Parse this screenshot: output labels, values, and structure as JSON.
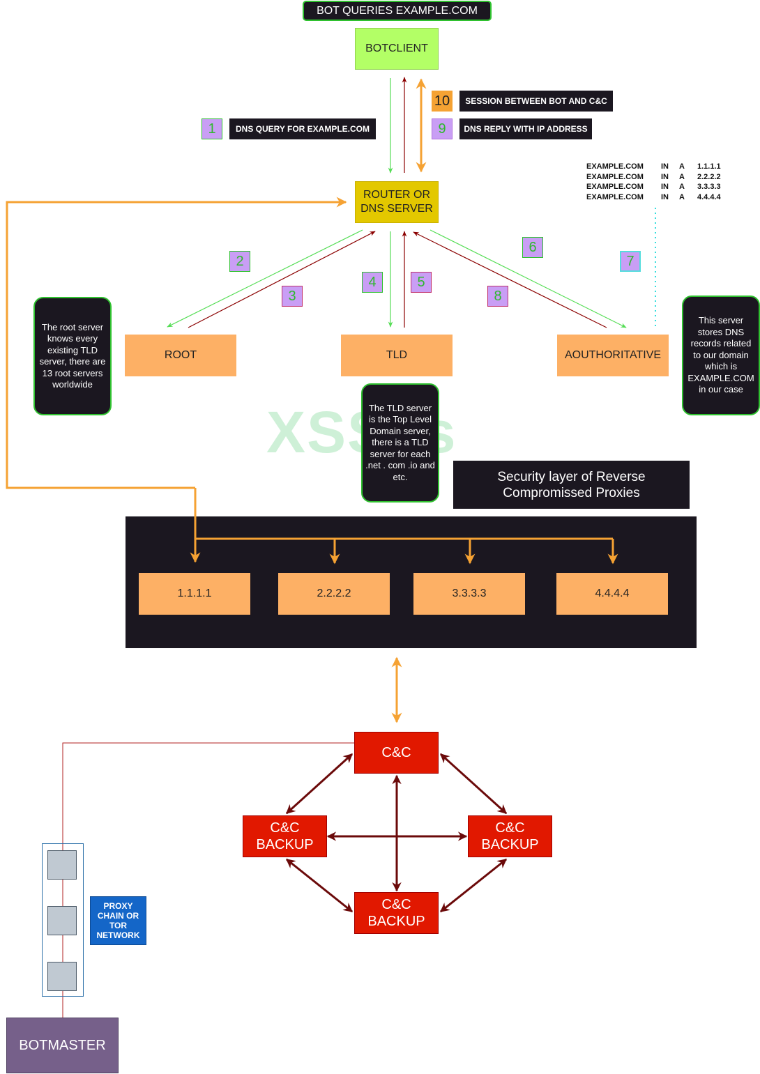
{
  "title": "BOT QUERIES EXAMPLE.COM",
  "nodes": {
    "botclient": "BOTCLIENT",
    "router_line1": "ROUTER  OR",
    "router_line2": "DNS SERVER",
    "root": "ROOT",
    "tld": "TLD",
    "authoritative": "AOUTHORITATIVE",
    "proxies": [
      "1.1.1.1",
      "2.2.2.2",
      "3.3.3.3",
      "4.4.4.4"
    ],
    "cc": "C&C",
    "cc_backup_line1": "C&C",
    "cc_backup_line2": "BACKUP",
    "botmaster": "BOTMASTER"
  },
  "steps": {
    "s1": "1",
    "s2": "2",
    "s3": "3",
    "s4": "4",
    "s5": "5",
    "s6": "6",
    "s7": "7",
    "s8": "8",
    "s9": "9",
    "s10": "10"
  },
  "step_labels": {
    "dns_query": "DNS QUERY FOR EXAMPLE.COM",
    "session": "SESSION BETWEEN BOT AND C&C",
    "dns_reply": "DNS REPLY WITH IP ADDRESS"
  },
  "dns_records": [
    {
      "name": "EXAMPLE.COM",
      "class": "IN",
      "type": "A",
      "ip": "1.1.1.1"
    },
    {
      "name": "EXAMPLE.COM",
      "class": "IN",
      "type": "A",
      "ip": "2.2.2.2"
    },
    {
      "name": "EXAMPLE.COM",
      "class": "IN",
      "type": "A",
      "ip": "3.3.3.3"
    },
    {
      "name": "EXAMPLE.COM",
      "class": "IN",
      "type": "A",
      "ip": "4.4.4.4"
    }
  ],
  "notes": {
    "root": "The root server knows every existing TLD server, there are 13 root servers worldwide",
    "tld": "The TLD server is  the Top Level Domain server, there is a TLD server for each .net . com .io and etc.",
    "authoritative": "This server stores DNS records related to our domain which is EXAMPLE.COM in our case"
  },
  "security_layer": "Security layer of Reverse Compromissed Proxies",
  "proxy_chain_label": "PROXY CHAIN OR TOR NETWORK",
  "watermark": "XSS.is",
  "colors": {
    "botclient": "#b3ff66",
    "router": "#e3c800",
    "orange_node": "#fdb065",
    "cc_red": "#e11800",
    "botmaster": "#76608a",
    "proxy_chain_label_bg": "#1466c8",
    "step_purple": "#c99ef5",
    "step_orange": "#f5a233",
    "dark": "#1b1720",
    "arrow_green": "#55dd55",
    "arrow_darkred": "#8b0000",
    "arrow_orange": "#f5a233"
  }
}
